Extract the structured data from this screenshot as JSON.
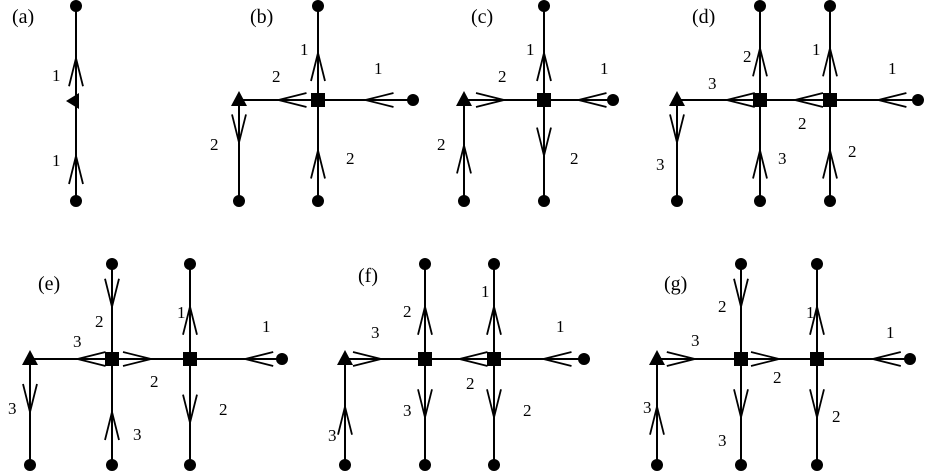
{
  "colors": {
    "ink": "#000000",
    "background": "#ffffff"
  },
  "panels": [
    {
      "label": "(a)",
      "nodes": [
        {
          "shape": "circle"
        },
        {
          "shape": "triangle-left"
        },
        {
          "shape": "circle"
        }
      ],
      "edges": [
        {
          "label": "1",
          "direction": "up"
        },
        {
          "label": "1",
          "direction": "up"
        }
      ]
    },
    {
      "label": "(b)",
      "nodes": [
        {
          "shape": "circle"
        },
        {
          "shape": "square"
        },
        {
          "shape": "circle"
        },
        {
          "shape": "circle"
        },
        {
          "shape": "triangle"
        },
        {
          "shape": "circle"
        }
      ],
      "edges": [
        {
          "label": "1",
          "direction": "up"
        },
        {
          "label": "1",
          "direction": "left"
        },
        {
          "label": "2",
          "direction": "up"
        },
        {
          "label": "2",
          "direction": "left"
        },
        {
          "label": "2",
          "direction": "down"
        }
      ]
    },
    {
      "label": "(c)",
      "nodes": [
        {
          "shape": "circle"
        },
        {
          "shape": "square"
        },
        {
          "shape": "circle"
        },
        {
          "shape": "circle"
        },
        {
          "shape": "triangle"
        },
        {
          "shape": "circle"
        }
      ],
      "edges": [
        {
          "label": "1",
          "direction": "up"
        },
        {
          "label": "1",
          "direction": "left"
        },
        {
          "label": "2",
          "direction": "down"
        },
        {
          "label": "2",
          "direction": "right"
        },
        {
          "label": "2",
          "direction": "up"
        }
      ]
    },
    {
      "label": "(d)",
      "nodes": [
        {
          "shape": "circle"
        },
        {
          "shape": "circle"
        },
        {
          "shape": "square"
        },
        {
          "shape": "square"
        },
        {
          "shape": "circle"
        },
        {
          "shape": "circle"
        },
        {
          "shape": "circle"
        },
        {
          "shape": "triangle"
        },
        {
          "shape": "circle"
        }
      ],
      "edges": [
        {
          "label": "2",
          "direction": "up"
        },
        {
          "label": "1",
          "direction": "up"
        },
        {
          "label": "1",
          "direction": "left"
        },
        {
          "label": "2",
          "direction": "left"
        },
        {
          "label": "3",
          "direction": "left"
        },
        {
          "label": "3",
          "direction": "up"
        },
        {
          "label": "2",
          "direction": "up"
        },
        {
          "label": "3",
          "direction": "down"
        }
      ]
    },
    {
      "label": "(e)",
      "nodes": [
        {
          "shape": "circle"
        },
        {
          "shape": "circle"
        },
        {
          "shape": "square"
        },
        {
          "shape": "square"
        },
        {
          "shape": "circle"
        },
        {
          "shape": "circle"
        },
        {
          "shape": "circle"
        },
        {
          "shape": "triangle"
        },
        {
          "shape": "circle"
        }
      ],
      "edges": [
        {
          "label": "2",
          "direction": "down"
        },
        {
          "label": "1",
          "direction": "up"
        },
        {
          "label": "1",
          "direction": "left"
        },
        {
          "label": "2",
          "direction": "right"
        },
        {
          "label": "3",
          "direction": "left"
        },
        {
          "label": "3",
          "direction": "up"
        },
        {
          "label": "2",
          "direction": "down"
        },
        {
          "label": "3",
          "direction": "down"
        }
      ]
    },
    {
      "label": "(f)",
      "nodes": [
        {
          "shape": "circle"
        },
        {
          "shape": "circle"
        },
        {
          "shape": "square"
        },
        {
          "shape": "square"
        },
        {
          "shape": "circle"
        },
        {
          "shape": "circle"
        },
        {
          "shape": "circle"
        },
        {
          "shape": "triangle"
        },
        {
          "shape": "circle"
        }
      ],
      "edges": [
        {
          "label": "2",
          "direction": "up"
        },
        {
          "label": "1",
          "direction": "up"
        },
        {
          "label": "1",
          "direction": "left"
        },
        {
          "label": "2",
          "direction": "left"
        },
        {
          "label": "3",
          "direction": "right"
        },
        {
          "label": "3",
          "direction": "down"
        },
        {
          "label": "2",
          "direction": "down"
        },
        {
          "label": "3",
          "direction": "up"
        }
      ]
    },
    {
      "label": "(g)",
      "nodes": [
        {
          "shape": "circle"
        },
        {
          "shape": "circle"
        },
        {
          "shape": "square"
        },
        {
          "shape": "square"
        },
        {
          "shape": "circle"
        },
        {
          "shape": "circle"
        },
        {
          "shape": "circle"
        },
        {
          "shape": "triangle"
        },
        {
          "shape": "circle"
        }
      ],
      "edges": [
        {
          "label": "2",
          "direction": "down"
        },
        {
          "label": "1",
          "direction": "up"
        },
        {
          "label": "1",
          "direction": "left"
        },
        {
          "label": "2",
          "direction": "right"
        },
        {
          "label": "3",
          "direction": "right"
        },
        {
          "label": "3",
          "direction": "down"
        },
        {
          "label": "2",
          "direction": "down"
        },
        {
          "label": "3",
          "direction": "up"
        }
      ]
    }
  ]
}
